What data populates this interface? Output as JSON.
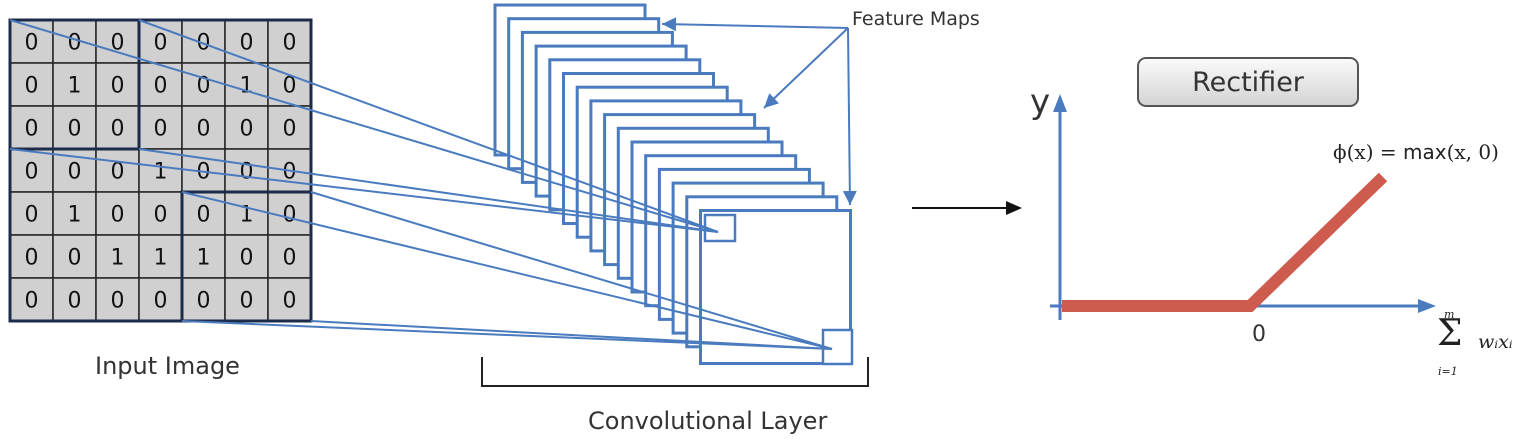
{
  "input_image": {
    "label": "Input Image",
    "grid": [
      [
        0,
        0,
        0,
        0,
        0,
        0,
        0
      ],
      [
        0,
        1,
        0,
        0,
        0,
        1,
        0
      ],
      [
        0,
        0,
        0,
        0,
        0,
        0,
        0
      ],
      [
        0,
        0,
        0,
        1,
        0,
        0,
        0
      ],
      [
        0,
        1,
        0,
        0,
        0,
        1,
        0
      ],
      [
        0,
        0,
        1,
        1,
        1,
        0,
        0
      ],
      [
        0,
        0,
        0,
        0,
        0,
        0,
        0
      ]
    ]
  },
  "convolutional_layer": {
    "label": "Convolutional Layer"
  },
  "feature_maps": {
    "label": "Feature Maps"
  },
  "rectifier": {
    "button_label": "Rectifier",
    "y_label": "y",
    "origin_label": "0",
    "formula_lhs": "ϕ(x) = ",
    "formula_max": "max",
    "formula_args": "(x, 0)",
    "sum_upper": "m",
    "sum_symbol": "Σ",
    "sum_lower": "i=1",
    "sum_term": "wᵢxᵢ"
  },
  "colors": {
    "accent_blue": "#4a7bbf",
    "relu_red": "#cd5c4e",
    "cell_gray": "#d0d0d0",
    "grid_dark": "#1c2b4a"
  }
}
